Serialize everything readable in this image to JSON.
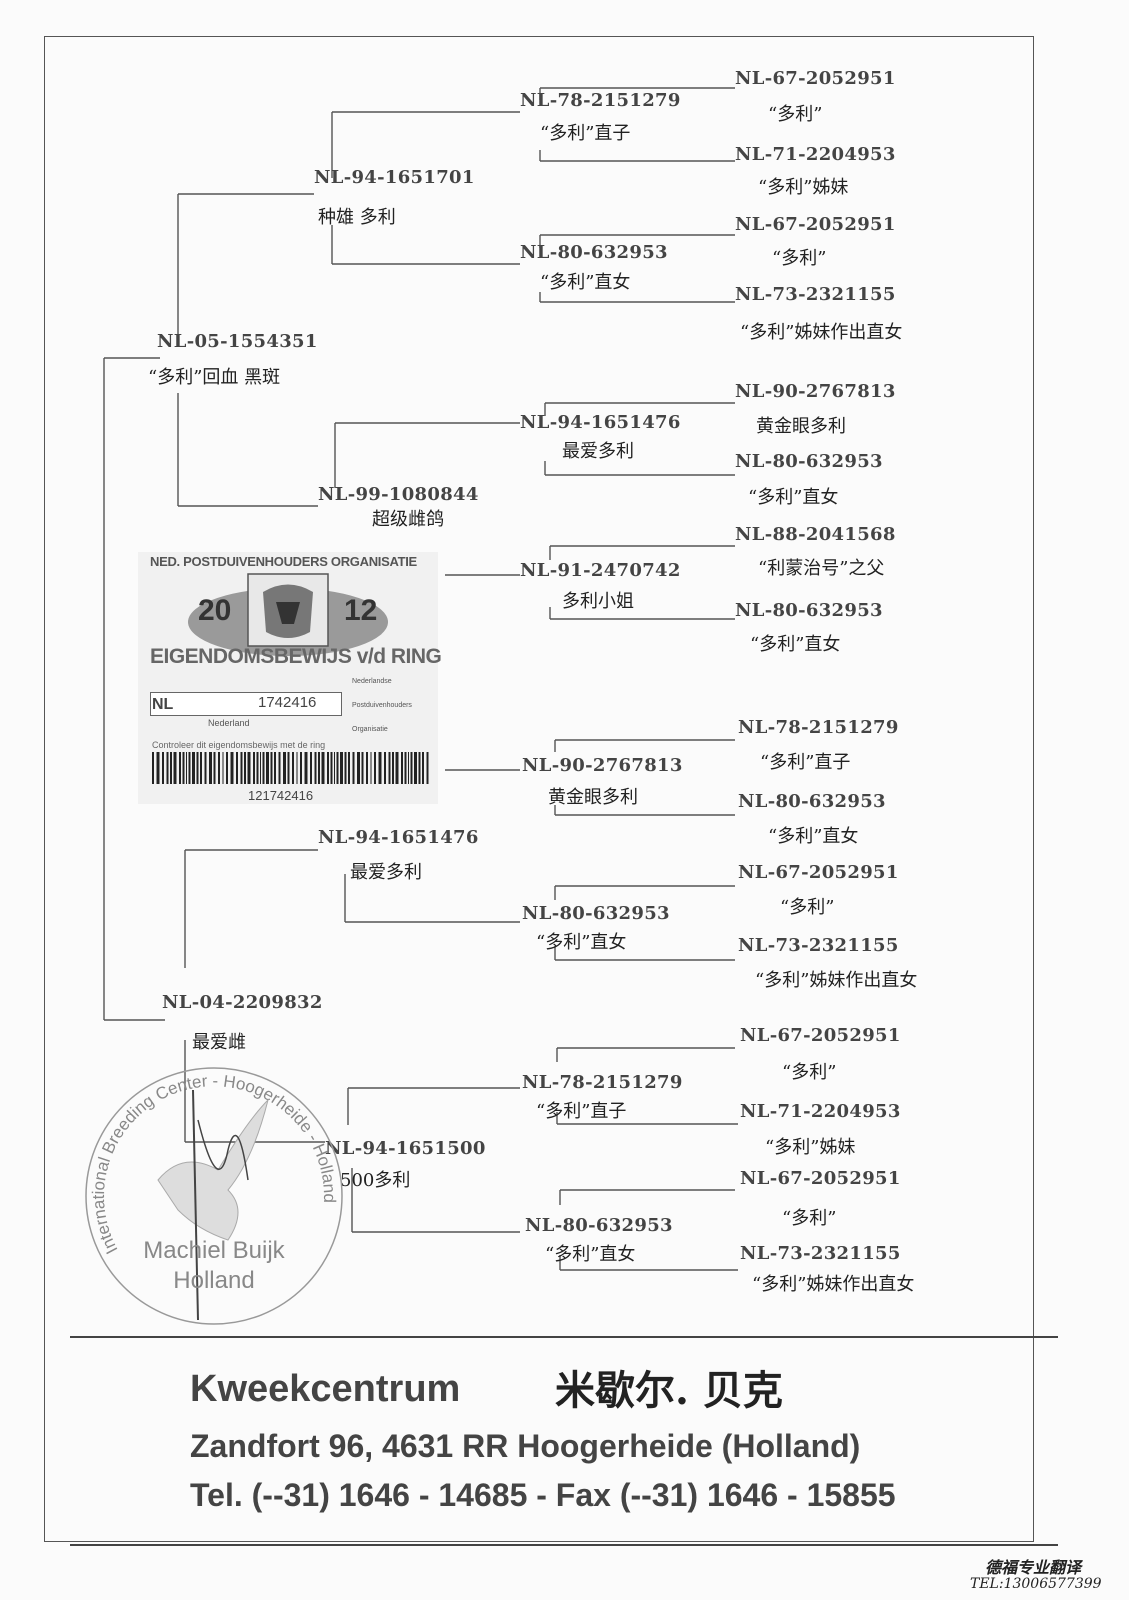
{
  "pedigree": {
    "g1": [
      {
        "ring": "NL-05-1554351",
        "label": "“多利”回血 黑斑"
      },
      {
        "ring": "NL-04-2209832",
        "label": "最爱雌"
      }
    ],
    "g2": [
      {
        "ring": "NL-94-1651701",
        "label": "种雄 多利"
      },
      {
        "ring": "NL-99-1080844",
        "label": "超级雌鸽"
      },
      {
        "ring": "NL-94-1651476",
        "label": "最爱多利"
      },
      {
        "ring": "NL-94-1651500",
        "label": "500多利"
      }
    ],
    "g3": [
      {
        "ring": "NL-78-2151279",
        "label": "“多利”直子"
      },
      {
        "ring": "NL-80-632953",
        "label": "“多利”直女"
      },
      {
        "ring": "NL-94-1651476",
        "label": "最爱多利"
      },
      {
        "ring": "NL-91-2470742",
        "label": "多利小姐"
      },
      {
        "ring": "NL-90-2767813",
        "label": "黄金眼多利"
      },
      {
        "ring": "NL-80-632953",
        "label": "“多利”直女"
      },
      {
        "ring": "NL-78-2151279",
        "label": "“多利”直子"
      },
      {
        "ring": "NL-80-632953",
        "label": "“多利”直女"
      }
    ],
    "g4": [
      {
        "ring": "NL-67-2052951",
        "label": "“多利”"
      },
      {
        "ring": "NL-71-2204953",
        "label": "“多利”姊妹"
      },
      {
        "ring": "NL-67-2052951",
        "label": "“多利”"
      },
      {
        "ring": "NL-73-2321155",
        "label": "“多利”姊妹作出直女"
      },
      {
        "ring": "NL-90-2767813",
        "label": "黄金眼多利"
      },
      {
        "ring": "NL-80-632953",
        "label": "“多利”直女"
      },
      {
        "ring": "NL-88-2041568",
        "label": "“利蒙治号”之父"
      },
      {
        "ring": "NL-80-632953",
        "label": "“多利”直女"
      },
      {
        "ring": "NL-78-2151279",
        "label": "“多利”直子"
      },
      {
        "ring": "NL-80-632953",
        "label": "“多利”直女"
      },
      {
        "ring": "NL-67-2052951",
        "label": "“多利”"
      },
      {
        "ring": "NL-73-2321155",
        "label": "“多利”姊妹作出直女"
      },
      {
        "ring": "NL-67-2052951",
        "label": "“多利”"
      },
      {
        "ring": "NL-71-2204953",
        "label": "“多利”姊妹"
      },
      {
        "ring": "NL-67-2052951",
        "label": "“多利”"
      },
      {
        "ring": "NL-73-2321155",
        "label": "“多利”姊妹作出直女"
      }
    ]
  },
  "ring_card": {
    "org": "NED. POSTDUIVENHOUDERS ORGANISATIE",
    "year_left": "20",
    "year_right": "12",
    "title": "EIGENDOMSBEWIJS v/d RING",
    "country": "NL",
    "ring_number": "1742416",
    "land": "Nederland",
    "npo_lines": [
      "Nederlandse",
      "Postduivenhouders",
      "Organisatie"
    ],
    "control_text": "Controleer dit eigendomsbewijs met de ring",
    "barcode_number": "121742416"
  },
  "stamp": {
    "arc_top": "International Breeding Center - Hoogerheide - Holland",
    "name": "Machiel Buijk",
    "country": "Holland"
  },
  "footer": {
    "company": "Kweekcentrum",
    "company_cn": "米歇尔. 贝克",
    "address": "Zandfort 96,   4631 RR  Hoogerheide (Holland)",
    "contact": "Tel. (--31) 1646 - 14685 - Fax (--31) 1646 - 15855"
  },
  "translator": {
    "name": "德福专业翻译",
    "tel": "TEL:13006577399"
  }
}
